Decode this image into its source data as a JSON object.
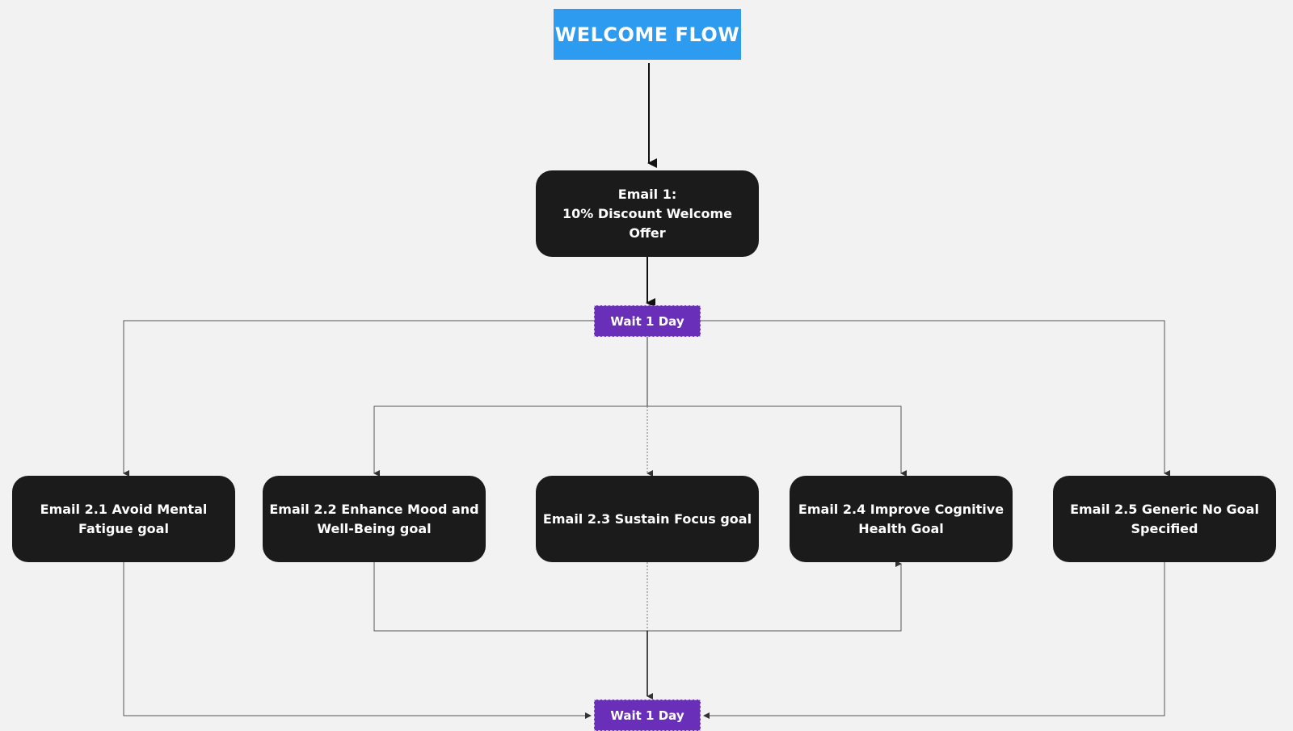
{
  "title": "WELCOME FLOW",
  "email1": {
    "line1": "Email 1:",
    "line2": "10% Discount Welcome Offer"
  },
  "wait_top": "Wait 1 Day",
  "wait_bottom": "Wait 1 Day",
  "branches": [
    "Email 2.1 Avoid Mental Fatigue goal",
    "Email 2.2 Enhance Mood and Well-Being goal",
    "Email 2.3 Sustain Focus goal",
    "Email 2.4 Improve Cognitive Health Goal",
    "Email 2.5 Generic No Goal Specified"
  ],
  "colors": {
    "title_bg": "#2d9bf0",
    "node_bg": "#1b1b1b",
    "wait_bg": "#6a2fb8",
    "canvas_bg": "#f2f2f2"
  }
}
